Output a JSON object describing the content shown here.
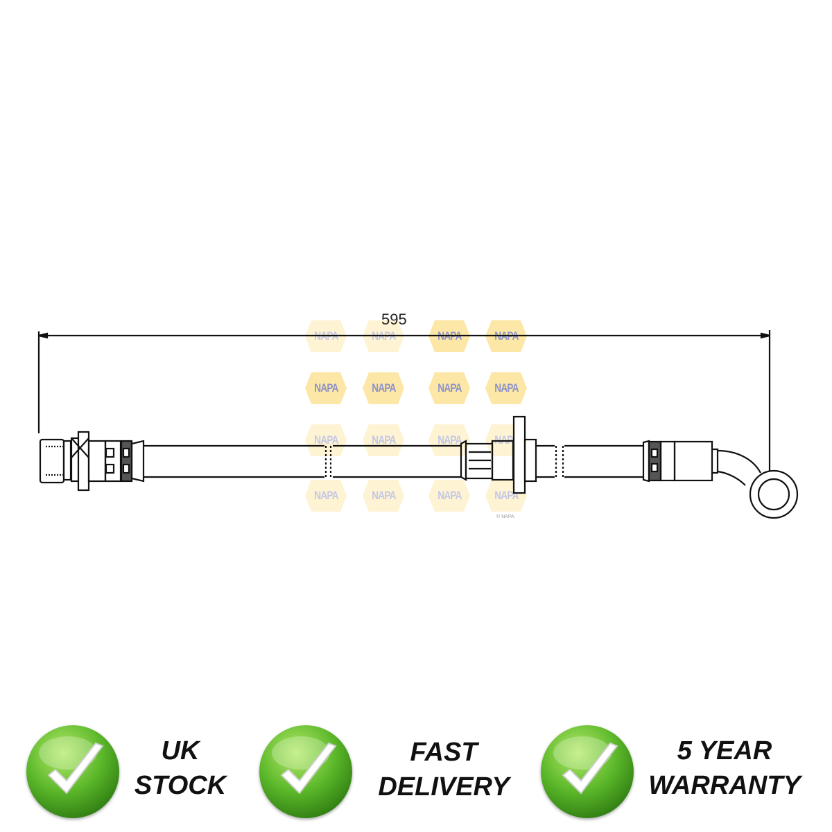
{
  "drawing": {
    "dimension_label": "595",
    "watermark_text": "NAPA",
    "copyright": "© NAPA"
  },
  "features": [
    {
      "icon": "check-icon",
      "line1": "UK",
      "line2": "STOCK"
    },
    {
      "icon": "check-icon",
      "line1": "FAST",
      "line2": "DELIVERY"
    },
    {
      "icon": "check-icon",
      "line1": "5 YEAR",
      "line2": "WARRANTY"
    }
  ],
  "colors": {
    "badge_green": "#4aa61e",
    "watermark_yellow": "#fde7a6",
    "watermark_blue": "#8d93c9"
  }
}
